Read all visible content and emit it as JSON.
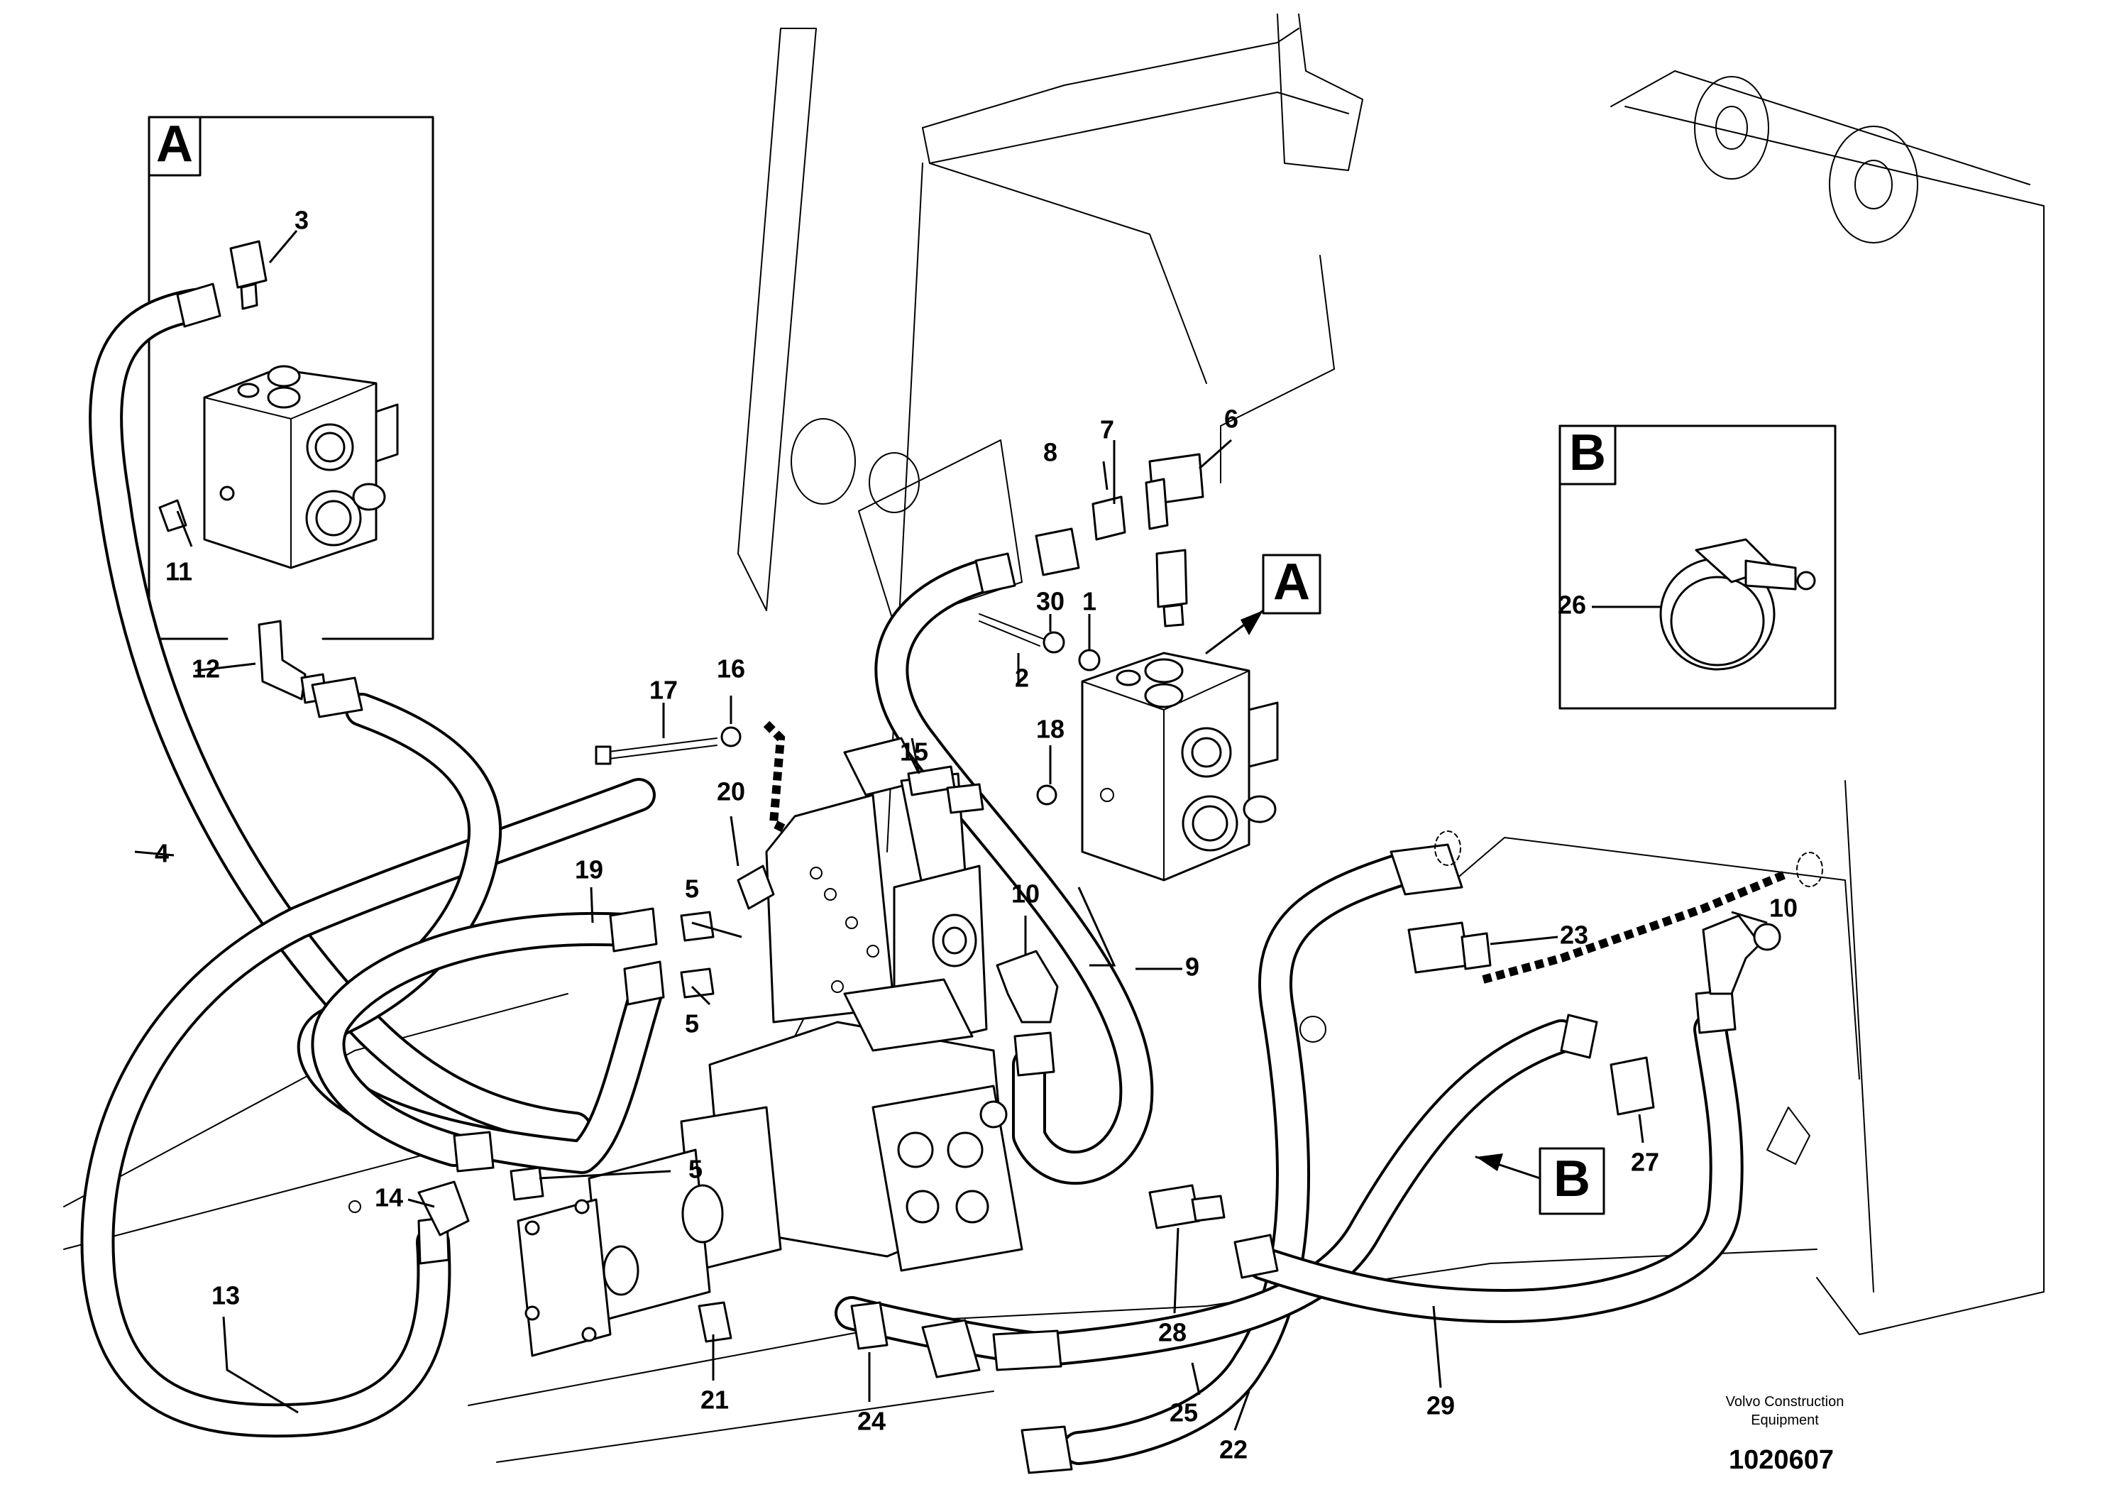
{
  "view_labels": {
    "detail_a": "A",
    "detail_b": "B",
    "pointer_a": "A",
    "pointer_b": "B"
  },
  "callouts": {
    "c1": "1",
    "c2": "2",
    "c3": "3",
    "c4": "4",
    "c5a": "5",
    "c5b": "5",
    "c5c": "5",
    "c6": "6",
    "c7": "7",
    "c8": "8",
    "c9": "9",
    "c10a": "10",
    "c10b": "10",
    "c11": "11",
    "c12": "12",
    "c13": "13",
    "c14": "14",
    "c15": "15",
    "c16": "16",
    "c17": "17",
    "c18": "18",
    "c19": "19",
    "c20": "20",
    "c21": "21",
    "c22": "22",
    "c23": "23",
    "c24": "24",
    "c25": "25",
    "c26": "26",
    "c27": "27",
    "c28": "28",
    "c29": "29",
    "c30": "30"
  },
  "footer": {
    "brand_line1": "Volvo Construction",
    "brand_line2": "Equipment",
    "drawing_number": "1020607"
  }
}
